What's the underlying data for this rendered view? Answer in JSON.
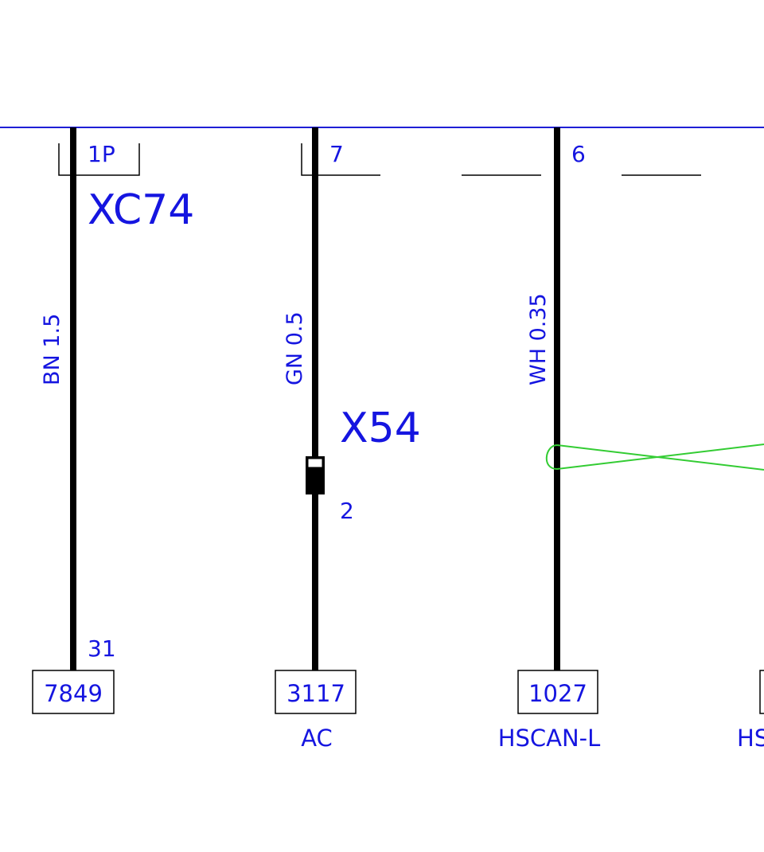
{
  "colors": {
    "wire_text": "#1515e0",
    "wire": "#000000",
    "bus_line": "#1f1fd6",
    "twist": "#33cc33",
    "box_border": "#000000"
  },
  "connectors": {
    "xc74": "XC74",
    "x54": "X54"
  },
  "wires": [
    {
      "top_pin": "1P",
      "spec": "BN 1.5",
      "bottom_pin": "31",
      "circuit": "7849",
      "signal": ""
    },
    {
      "top_pin": "7",
      "spec": "GN 0.5",
      "inline_pin": "2",
      "circuit": "3117",
      "signal": "AC"
    },
    {
      "top_pin": "6",
      "spec": "WH 0.35",
      "circuit": "1027",
      "signal": "HSCAN-L"
    },
    {
      "signal": "HS"
    }
  ]
}
